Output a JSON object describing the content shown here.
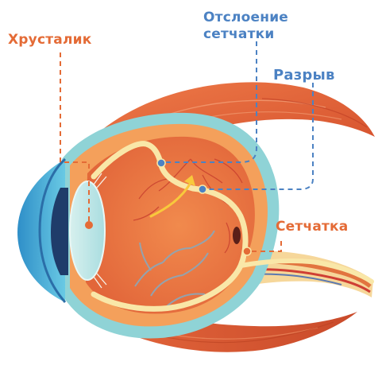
{
  "labels": {
    "lens": "Хрусталик",
    "detachment_line1": "Отслоение",
    "detachment_line2": "сетчатки",
    "tear": "Разрыв",
    "retina": "Сетчатка"
  },
  "colors": {
    "orange_label": "#e46b36",
    "blue_label": "#4c82c3",
    "muscle": "#e0643a",
    "eye_wall": "#f28a4a",
    "interior": "#ee7c45",
    "cornea": "#58bfe0",
    "sclera_rim": "#8ed2d6",
    "retina_line": "#f9e7a8",
    "vessels": "#7ea4b8",
    "arrow": "#f8c93c"
  }
}
